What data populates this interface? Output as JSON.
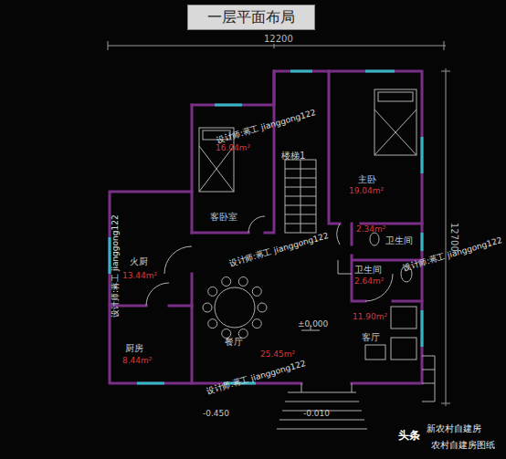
{
  "diagram": {
    "title": "一层平面布局",
    "nodes": [
      {
        "text": [
          "一层平面布局"
        ]
      },
      {
        "text": [
          "16.04m²",
          "客卧室"
        ]
      },
      {
        "text": [
          "楼梯1"
        ]
      },
      {
        "text": [
          "主卧",
          "19.04m²"
        ]
      },
      {
        "text": [
          "2.34m²",
          "卫生间"
        ]
      },
      {
        "text": [
          "卫生间",
          "2.64m²"
        ]
      },
      {
        "text": [
          "火厨",
          "13.44m²"
        ]
      },
      {
        "text": [
          "厨房",
          "8.44m²"
        ]
      },
      {
        "text": [
          "餐厅",
          "25.45m²"
        ]
      },
      {
        "text": [
          "11.90m²",
          "客厅"
        ]
      }
    ],
    "labels": [
      "12200",
      "12700",
      "±0.000",
      "-0.010",
      "-0.450",
      "设计师:蒋工 jianggong122",
      "设计师:蒋工 jianggong122",
      "设计师:蒋工 jianggong122",
      "设计师:蒋工 jianggong122",
      "设计师:蒋工 jianggong122",
      "头条",
      "新农村自建房",
      "农村自建房图纸"
    ]
  }
}
